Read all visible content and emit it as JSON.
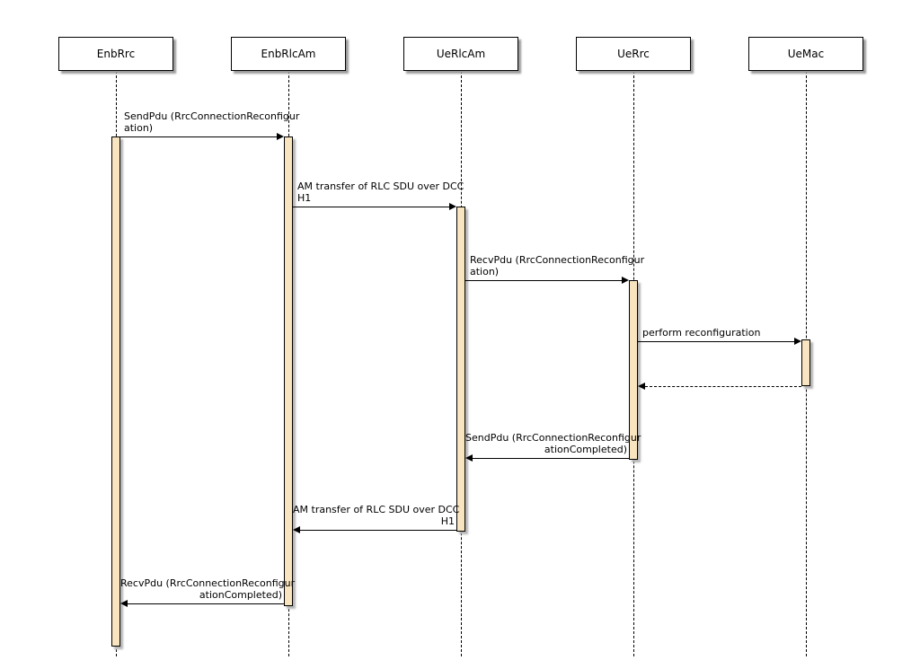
{
  "diagram": {
    "lifelines": [
      {
        "name": "EnbRrc"
      },
      {
        "name": "EnbRlcAm"
      },
      {
        "name": "UeRlcAm"
      },
      {
        "name": "UeRrc"
      },
      {
        "name": "UeMac"
      }
    ],
    "messages": [
      {
        "from": "EnbRrc",
        "to": "EnbRlcAm",
        "type": "solid",
        "label": [
          "SendPdu (RrcConnectionReconfigur",
          "ation)"
        ]
      },
      {
        "from": "EnbRlcAm",
        "to": "UeRlcAm",
        "type": "solid",
        "label": [
          "AM transfer of RLC SDU over DCC",
          "H1"
        ]
      },
      {
        "from": "UeRlcAm",
        "to": "UeRrc",
        "type": "solid",
        "label": [
          "RecvPdu (RrcConnectionReconfigur",
          "ation)"
        ]
      },
      {
        "from": "UeRrc",
        "to": "UeMac",
        "type": "solid",
        "label": [
          "perform reconfiguration"
        ]
      },
      {
        "from": "UeMac",
        "to": "UeRrc",
        "type": "dashed-return",
        "label": []
      },
      {
        "from": "UeRrc",
        "to": "UeRlcAm",
        "type": "solid",
        "label": [
          "SendPdu (RrcConnectionReconfigur",
          "ationCompleted)"
        ]
      },
      {
        "from": "UeRlcAm",
        "to": "EnbRlcAm",
        "type": "solid",
        "label": [
          "AM transfer of RLC SDU over DCC",
          "H1"
        ]
      },
      {
        "from": "EnbRlcAm",
        "to": "EnbRrc",
        "type": "solid",
        "label": [
          "RecvPdu (RrcConnectionReconfigur",
          "ationCompleted)"
        ]
      }
    ],
    "colors": {
      "activation_fill": "#F8E4BE",
      "activation_border": "#000000",
      "background": "#FFFFFF"
    }
  }
}
